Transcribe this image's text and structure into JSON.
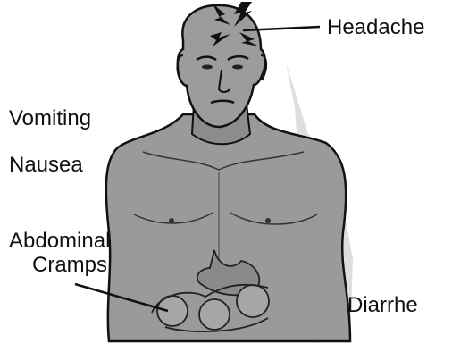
{
  "labels": {
    "headache": "Headache",
    "vomiting": "Vomiting",
    "nausea": "Nausea",
    "abdominal_line1": "Abdominal",
    "abdominal_line2": "Cramps",
    "diarrhea": "Diarrhe"
  },
  "colors": {
    "skin": "#9a9a9a",
    "skin_dark": "#6e6e6e",
    "outline": "#111111",
    "shadow": "#d9d9d9",
    "background": "#ffffff"
  },
  "icons": [
    "lightning-bolt-icon"
  ]
}
